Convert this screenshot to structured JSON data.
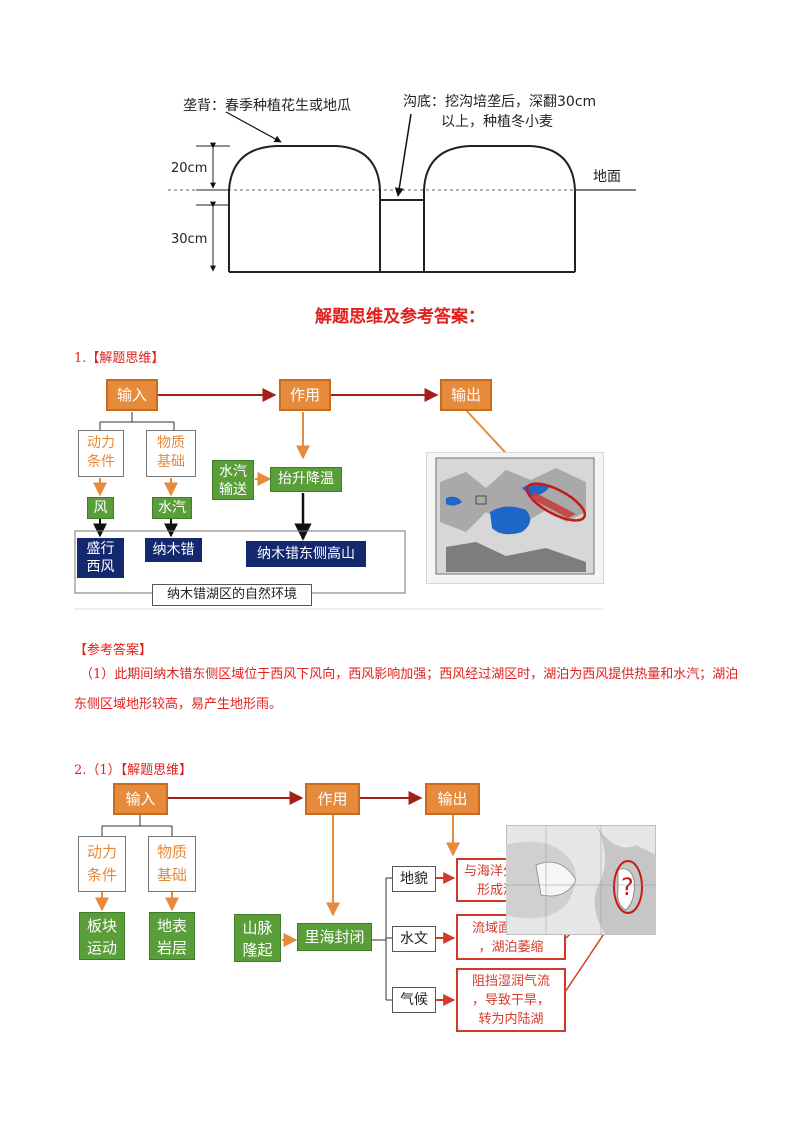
{
  "diagram": {
    "ridge_label": "垄背：春季种植花生或地瓜",
    "furrow_label_line1": "沟底：挖沟培垄后，深翻30cm",
    "furrow_label_line2": "以上，种植冬小麦",
    "height_20": "20cm",
    "height_30": "30cm",
    "ground_label": "地面"
  },
  "heading": "解题思维及参考答案：",
  "q1": {
    "label": "1.【解题思维】",
    "input": "输入",
    "effect": "作用",
    "output": "输出",
    "driver_line1": "动力",
    "driver_line2": "条件",
    "material_line1": "物质",
    "material_line2": "基础",
    "wind": "风",
    "vapor": "水汽",
    "vapor_transport_line1": "水汽",
    "vapor_transport_line2": "输送",
    "lift_cool": "抬升降温",
    "westerly_line1": "盛行",
    "westerly_line2": "西风",
    "namco": "纳木错",
    "namco_east_mountain": "纳木错东侧高山",
    "environment": "纳木错湖区的自然环境",
    "answer_label": "【参考答案】",
    "answer_text": "（1）此期间纳木错东侧区域位于西风下风向，西风影响加强；西风经过湖区时，湖泊为西风提供热量和水汽；湖泊东侧区域地形较高，易产生地形雨。"
  },
  "q2": {
    "label": "2.（1）【解题思维】",
    "input": "输入",
    "effect": "作用",
    "output": "输出",
    "driver_line1": "动力",
    "driver_line2": "条件",
    "material_line1": "物质",
    "material_line2": "基础",
    "plate_line1": "板块",
    "plate_line2": "运动",
    "surface_line1": "地表",
    "surface_line2": "岩层",
    "uplift_line1": "山脉",
    "uplift_line2": "隆起",
    "closure": "里海封闭",
    "landform": "地貌",
    "hydrology": "水文",
    "climate": "气候",
    "landform_result_line1": "与海洋分离，",
    "landform_result_line2": "形成湖泊",
    "hydrology_result_line1": "流域面积变小",
    "hydrology_result_line2": "，湖泊萎缩",
    "climate_result_line1": "阻挡湿润气流",
    "climate_result_line2": "，导致干旱，",
    "climate_result_line3": "转为内陆湖"
  },
  "colors": {
    "orange": "#e68a3c",
    "green": "#5a9e3a",
    "navy": "#13286d",
    "red": "#e0201c"
  }
}
